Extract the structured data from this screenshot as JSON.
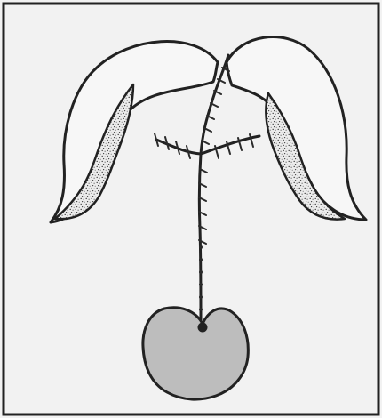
{
  "figure": {
    "colors": {
      "background": "#f2f2f2",
      "border": "#222222",
      "outline": "#222222",
      "flap_fill": "#f7f7f7",
      "stipple_fill": "#ececec",
      "stipple_dot": "#3a3a3a",
      "mass_fill": "#bdbdbd",
      "suture": "#2a2a2a"
    },
    "parts": [
      "left-flap",
      "right-flap",
      "left-stippled-region",
      "right-stippled-region",
      "central-suture-line",
      "left-branch-suture",
      "right-branch-suture",
      "lower-vertical-suture",
      "gray-rounded-mass"
    ]
  }
}
